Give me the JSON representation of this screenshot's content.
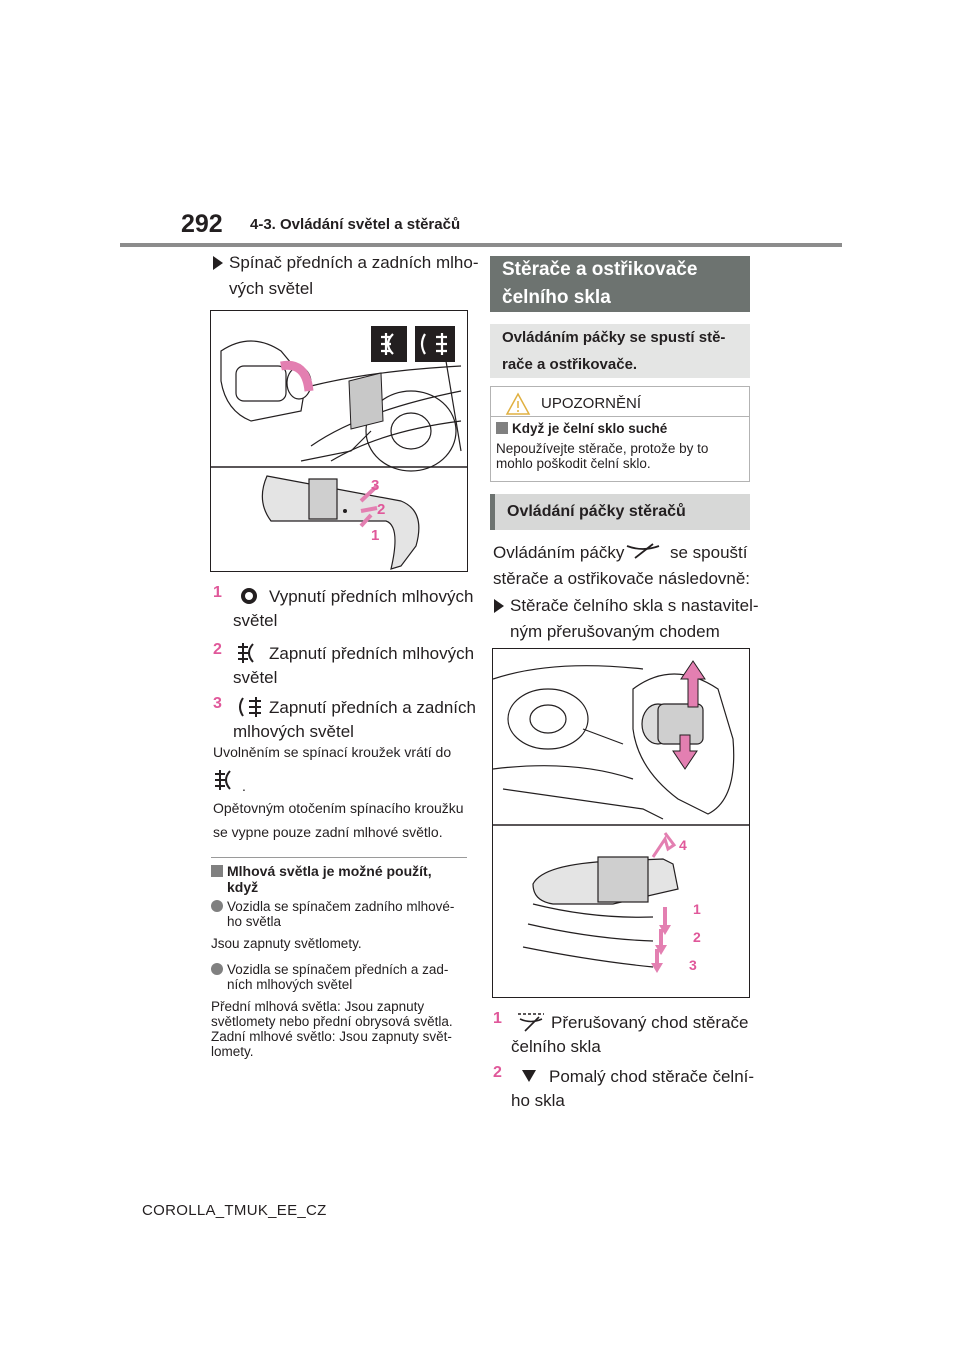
{
  "header": {
    "page_number": "292",
    "section_title": "4-3. Ovládání světel a stěračů"
  },
  "left": {
    "heading": [
      "Spínač předních a zadních mlho-",
      "vých světel"
    ],
    "figure_callouts": [
      "3",
      "2",
      "1"
    ],
    "items": [
      {
        "num": "1",
        "icon": "fog-off-ring-icon",
        "line1": "Vypnutí předních mlhových",
        "line2": "světel"
      },
      {
        "num": "2",
        "icon": "front-fog-icon",
        "line1": "Zapnutí předních mlhových",
        "line2": "světel"
      },
      {
        "num": "3",
        "icon": "rear-fog-icon",
        "line1": "Zapnutí předních a zadních",
        "line2": "mlhových světel"
      }
    ],
    "return_note": "Uvolněním se spínací kroužek vrátí do",
    "return_note_end": ".",
    "again_note": [
      "Opětovným otočením spínacího kroužku",
      "se vypne pouze zadní mlhové světlo."
    ],
    "sub_heading": [
      "Mlhová světla je možné použít,",
      "když"
    ],
    "cases": [
      {
        "title": [
          "Vozidla se spínačem zadního mlhové-",
          "ho světla"
        ],
        "text": [
          "Jsou zapnuty světlomety."
        ]
      },
      {
        "title": [
          "Vozidla se spínačem předních a zad-",
          "ních mlhových světel"
        ],
        "text": [
          "Přední mlhová světla: Jsou zapnuty",
          "světlomety nebo přední obrysová světla.",
          "Zadní mlhové světlo: Jsou zapnuty svět-",
          "lomety."
        ]
      }
    ]
  },
  "right": {
    "band_title": [
      "Stěrače a ostřikovače",
      "čelního skla"
    ],
    "intro": [
      "Ovládáním páčky se spustí stě-",
      "rače a ostřikovače."
    ],
    "warning": {
      "label": "UPOZORNĚNÍ",
      "title": "Když je čelní sklo suché",
      "text": [
        "Nepoužívejte stěrače, protože by to",
        "mohlo poškodit čelní sklo."
      ]
    },
    "sub_band": "Ovládání páčky stěračů",
    "para_start": "Ovládáním páčky",
    "para_end": "se spouští",
    "para_line2": "stěrače a ostřikovače následovně:",
    "bullet": [
      "Stěrače čelního skla s nastavitel-",
      "ným přerušovaným chodem"
    ],
    "figure_callouts": [
      "4",
      "1",
      "2",
      "3"
    ],
    "items": [
      {
        "num": "1",
        "icon": "intermittent-wiper-icon",
        "line1": "Přerušovaný chod stěrače",
        "line2": "čelního skla"
      },
      {
        "num": "2",
        "icon": "slow-wiper-triangle-icon",
        "line1": "Pomalý chod stěrače čelní-",
        "line2": "ho skla"
      }
    ]
  },
  "footer": "COROLLA_TMUK_EE_CZ",
  "colors": {
    "accent_pink": "#e0589a",
    "band_dark": "#6d7370",
    "band_light": "#e4e5e4",
    "rule": "#8c8c8c"
  }
}
